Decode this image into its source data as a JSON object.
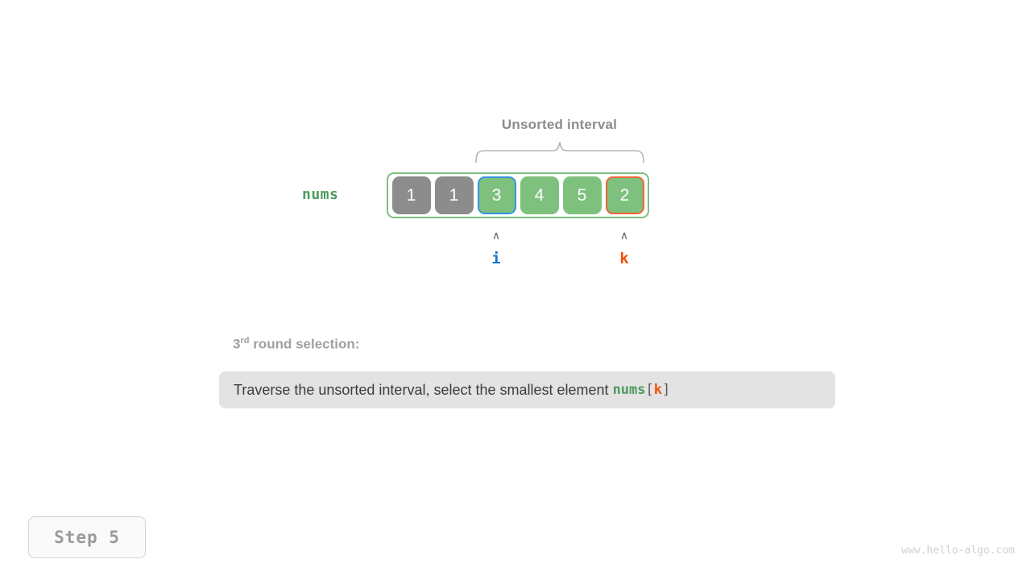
{
  "figure": {
    "interval_label": "Unsorted interval",
    "array_name": "nums",
    "array": {
      "cells": [
        {
          "value": "1",
          "state": "sorted",
          "marker": ""
        },
        {
          "value": "1",
          "state": "sorted",
          "marker": ""
        },
        {
          "value": "3",
          "state": "unsorted",
          "marker": "i"
        },
        {
          "value": "4",
          "state": "unsorted",
          "marker": ""
        },
        {
          "value": "5",
          "state": "unsorted",
          "marker": ""
        },
        {
          "value": "2",
          "state": "unsorted",
          "marker": "k"
        }
      ]
    },
    "pointers": [
      {
        "name": "i",
        "caret": "∧",
        "color": "#1873c8",
        "index": 2
      },
      {
        "name": "k",
        "caret": "∧",
        "color": "#f0500a",
        "index": 5
      }
    ],
    "round_heading": {
      "number": "3",
      "ordinal_suffix": "rd",
      "text": " round selection:"
    },
    "description": {
      "prefix": "Traverse the unsorted interval, select the smallest element ",
      "code_name": "nums",
      "bracket_open": "[",
      "code_index": "k",
      "bracket_close": "]"
    },
    "step_badge": "Step 5",
    "watermark": "www.hello-algo.com"
  },
  "colors": {
    "sorted_cell": "#8c8c8c",
    "unsorted_cell": "#7ec17e",
    "container_border": "#7ec17e",
    "marker_i": "#3296dc",
    "marker_k": "#f06432",
    "label_gray": "#8c8c8c",
    "code_green": "#4e9a5f",
    "box_bg": "#e3e3e3"
  }
}
